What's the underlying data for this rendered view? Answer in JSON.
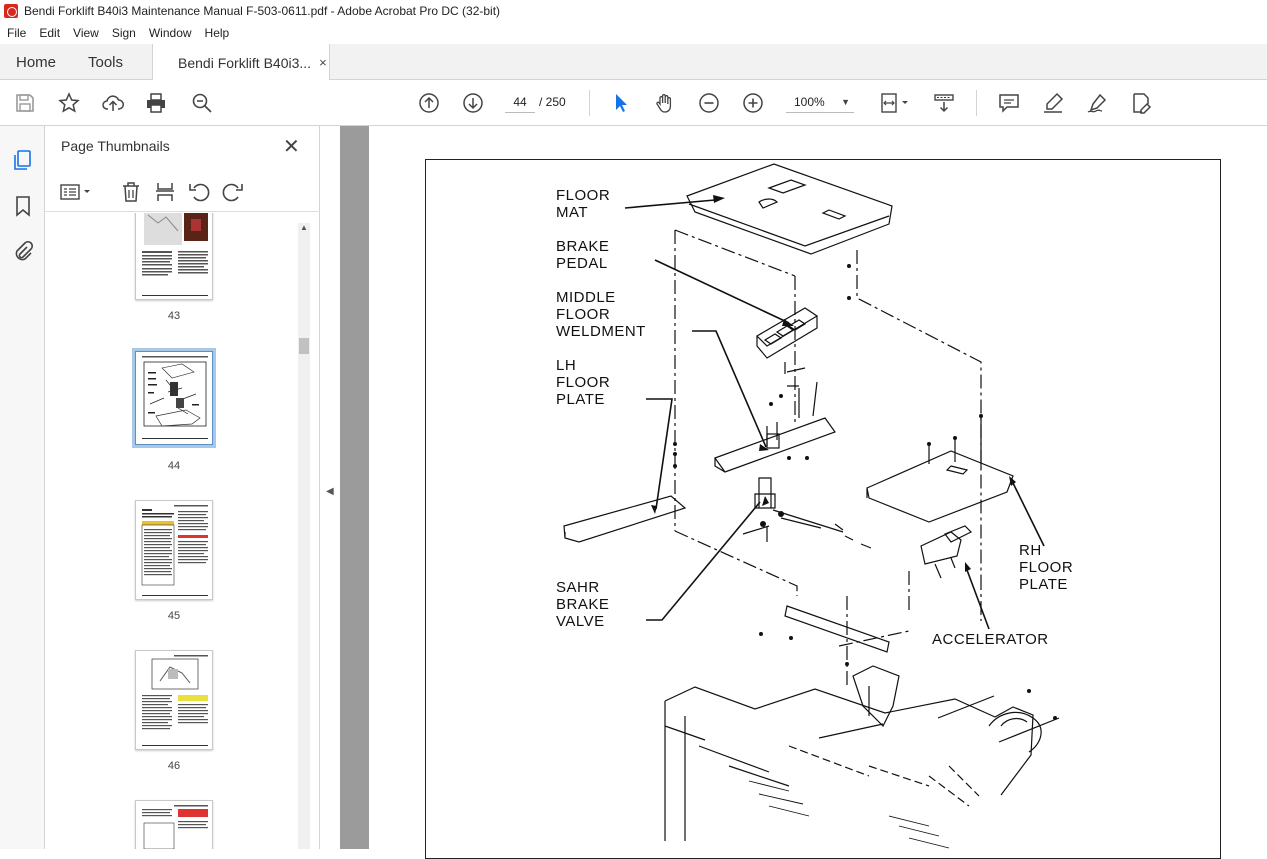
{
  "window": {
    "title": "Bendi Forklift B40i3 Maintenance Manual F-503-0611.pdf - Adobe Acrobat Pro DC (32-bit)"
  },
  "menu": [
    "File",
    "Edit",
    "View",
    "Sign",
    "Window",
    "Help"
  ],
  "tabs": {
    "home": "Home",
    "tools": "Tools",
    "doc": "Bendi Forklift B40i3...",
    "doc_close": "×"
  },
  "toolbar": {
    "page_current": "44",
    "page_total": "/ 250",
    "zoom": "100%"
  },
  "panel": {
    "title": "Page Thumbnails",
    "close": "✕",
    "thumbnails": [
      {
        "label": "43"
      },
      {
        "label": "44"
      },
      {
        "label": "45"
      },
      {
        "label": "46"
      }
    ]
  },
  "diagram": {
    "labels": {
      "floor_mat": "FLOOR\nMAT",
      "brake_pedal": "BRAKE\nPEDAL",
      "middle_floor": "MIDDLE\nFLOOR\nWELDMENT",
      "lh_floor": "LH\nFLOOR\nPLATE",
      "sahr": "SAHR\nBRAKE\nVALVE",
      "rh_floor": "RH\nFLOOR\nPLATE",
      "accelerator": "ACCELERATOR"
    }
  }
}
